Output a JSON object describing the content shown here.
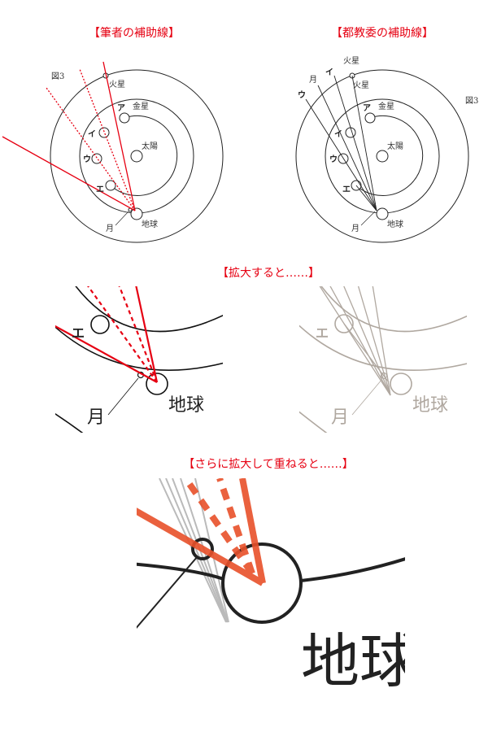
{
  "titles": {
    "author": "【筆者の補助線】",
    "board": "【都教委の補助線】",
    "zoom": "【拡大すると……】",
    "overlay": "【さらに拡大して重ねると……】"
  },
  "labels": {
    "figure": "図3",
    "mars": "火星",
    "venus": "金星",
    "sun": "太陽",
    "earth": "地球",
    "moon": "月",
    "a": "ア",
    "i": "イ",
    "u": "ウ",
    "e": "エ"
  },
  "colors": {
    "author_line": "#e60012",
    "board_line_faded": "#b0a8a0",
    "overlay_red": "#e8502a"
  }
}
